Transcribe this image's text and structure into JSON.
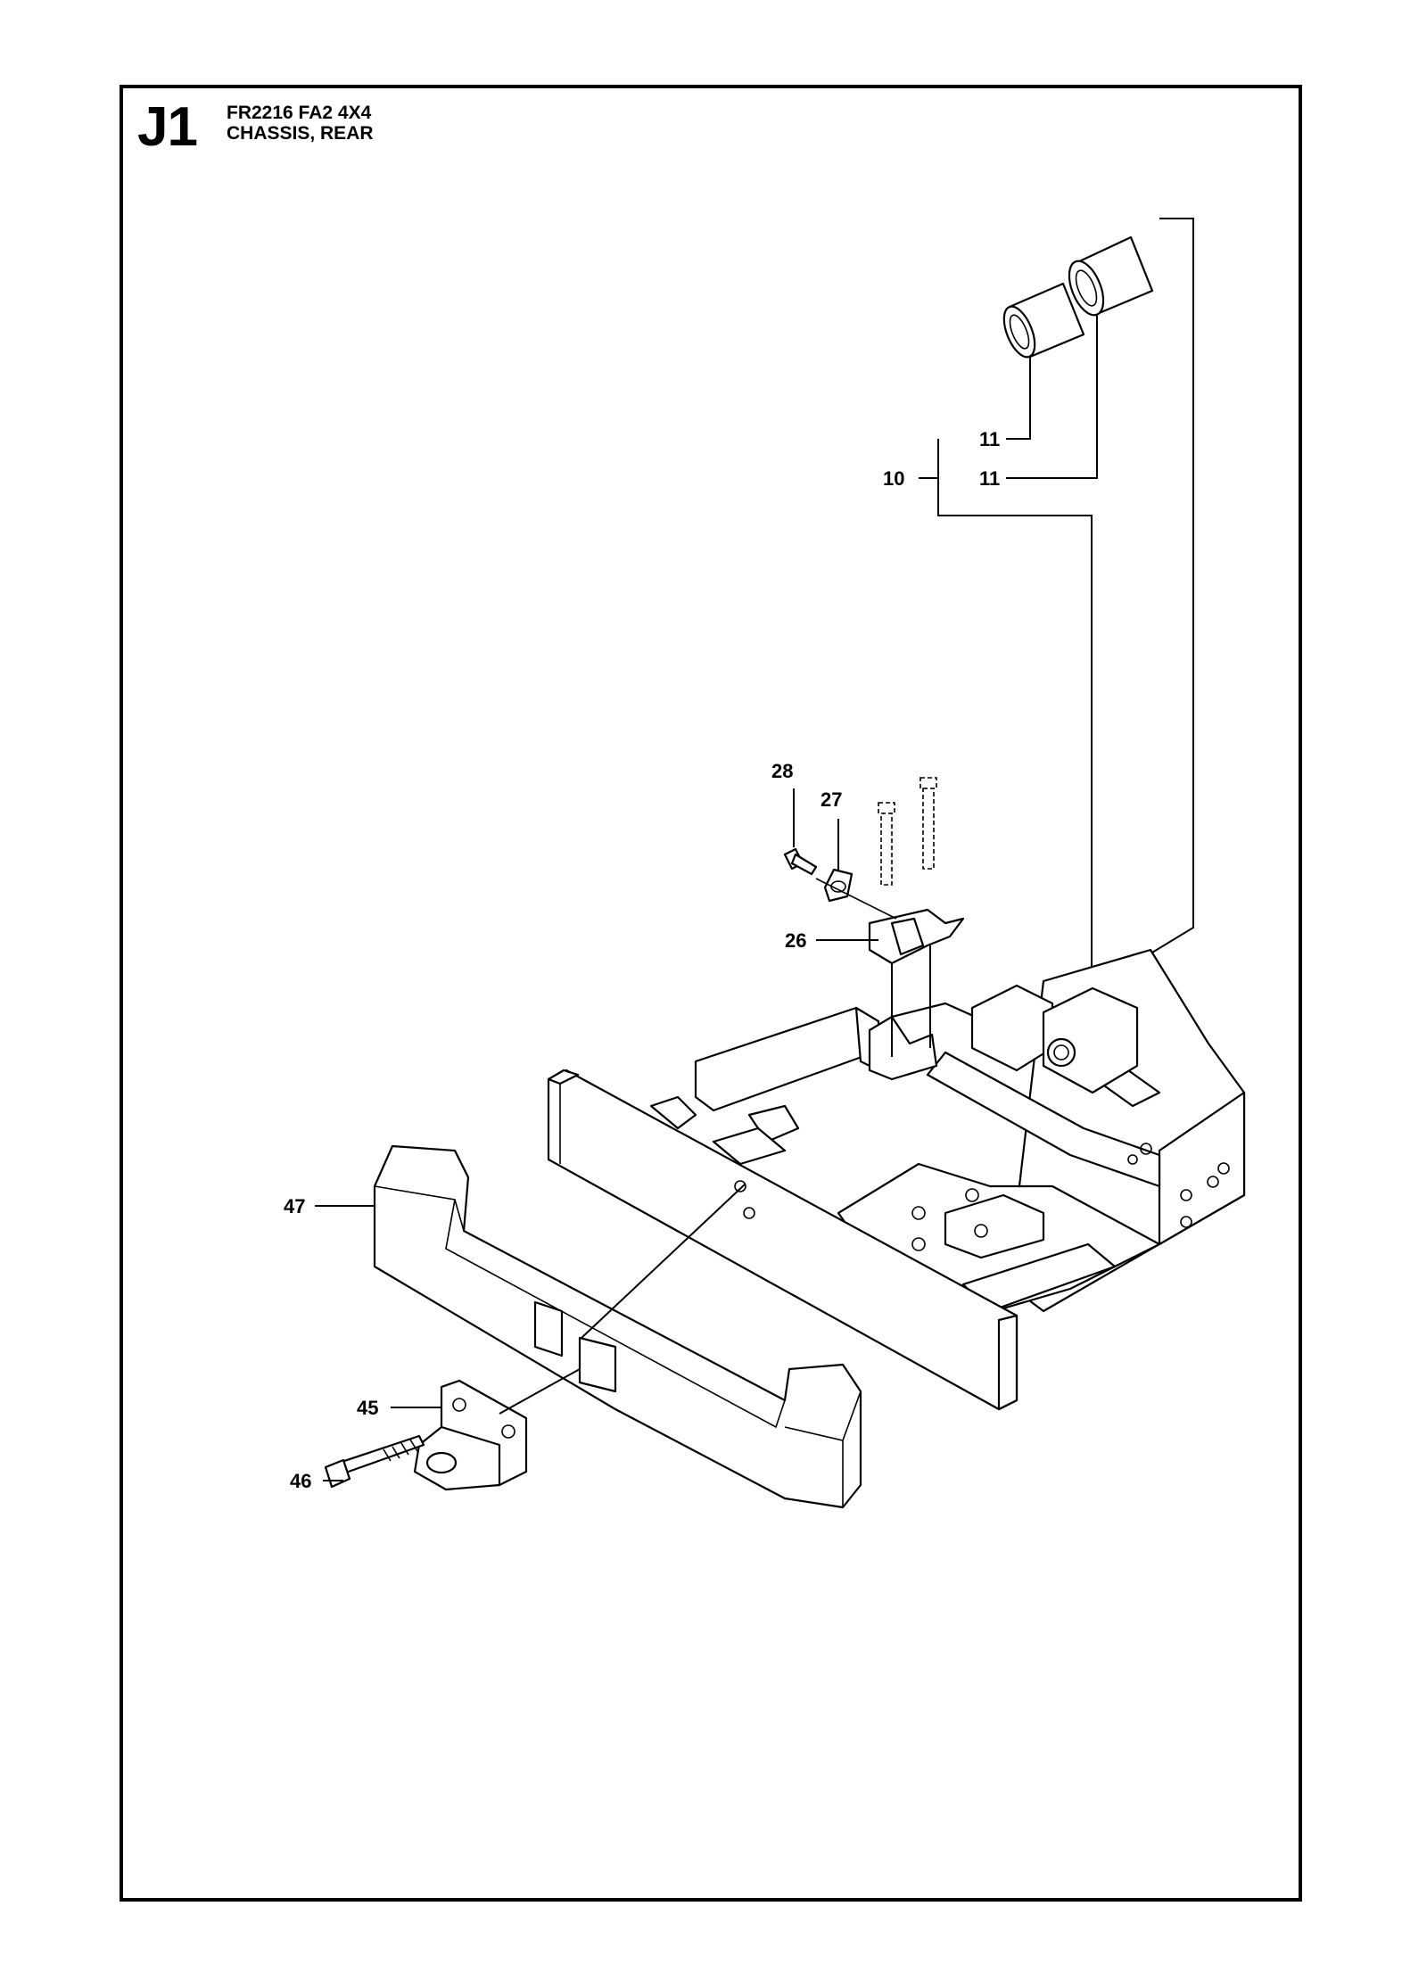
{
  "header": {
    "code": "J1",
    "model": "FR2216 FA2 4X4",
    "section": "CHASSIS, REAR"
  },
  "callouts": {
    "c10": "10",
    "c11a": "11",
    "c11b": "11",
    "c26": "26",
    "c27": "27",
    "c28": "28",
    "c45": "45",
    "c46": "46",
    "c47": "47"
  }
}
